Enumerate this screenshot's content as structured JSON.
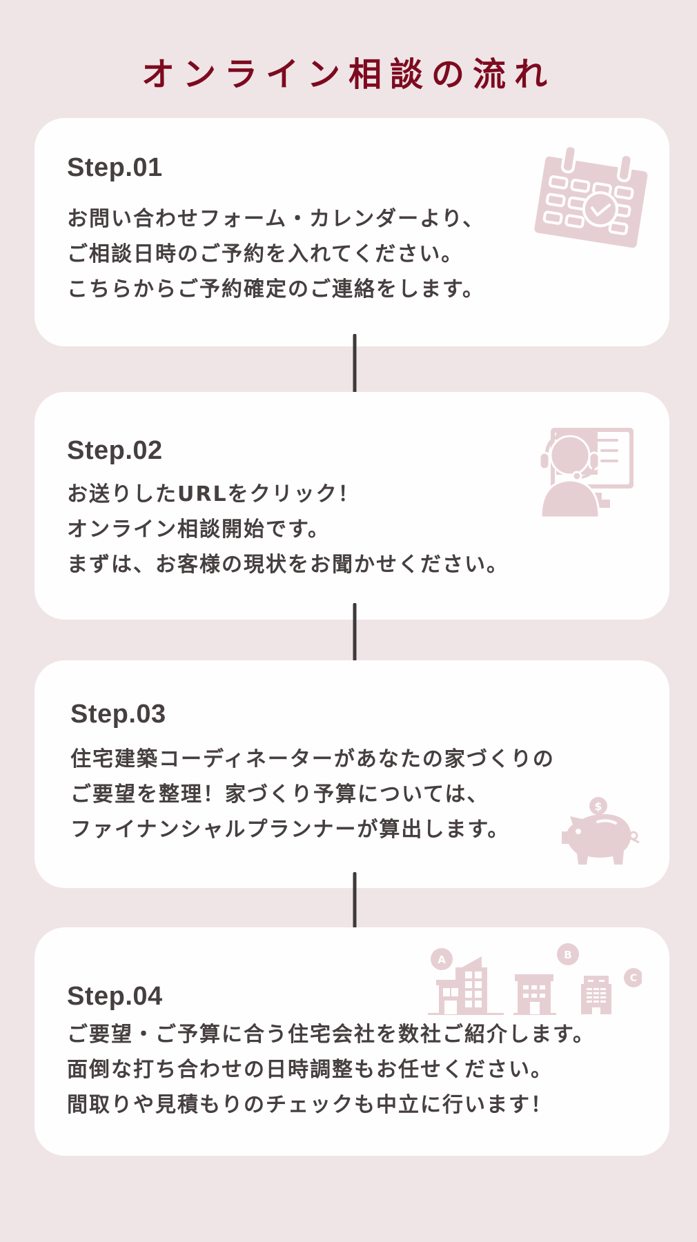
{
  "page": {
    "title": "オンライン相談の流れ"
  },
  "colors": {
    "background": "#efe5e6",
    "title": "#7d0a1f",
    "card": "#fffefe",
    "text": "#463f40",
    "icon": "#e6cfd3",
    "arrow": "#3e393a"
  },
  "steps": [
    {
      "label": "Step.01",
      "icon": "calendar-check-icon",
      "lines": [
        "お問い合わせフォーム・カレンダーより、",
        "ご相談日時のご予約を入れてください。",
        "こちらからご予約確定のご連絡をします。"
      ]
    },
    {
      "label": "Step.02",
      "icon": "headset-support-icon",
      "lines": [
        "お送りしたURLをクリック！",
        "オンライン相談開始です。",
        "まずは、お客様の現状をお聞かせください。"
      ]
    },
    {
      "label": "Step.03",
      "icon": "piggy-bank-icon",
      "lines": [
        "住宅建築コーディネーターがあなたの家づくりの",
        "ご要望を整理！家づくり予算については、",
        "ファイナンシャルプランナーが算出します。"
      ]
    },
    {
      "label": "Step.04",
      "icon": "buildings-icon",
      "building_tags": [
        "A",
        "B",
        "C"
      ],
      "lines": [
        "ご要望・ご予算に合う住宅会社を数社ご紹介します。",
        "面倒な打ち合わせの日時調整もお任せください。",
        "間取りや見積もりのチェックも中立に行います！"
      ]
    }
  ]
}
